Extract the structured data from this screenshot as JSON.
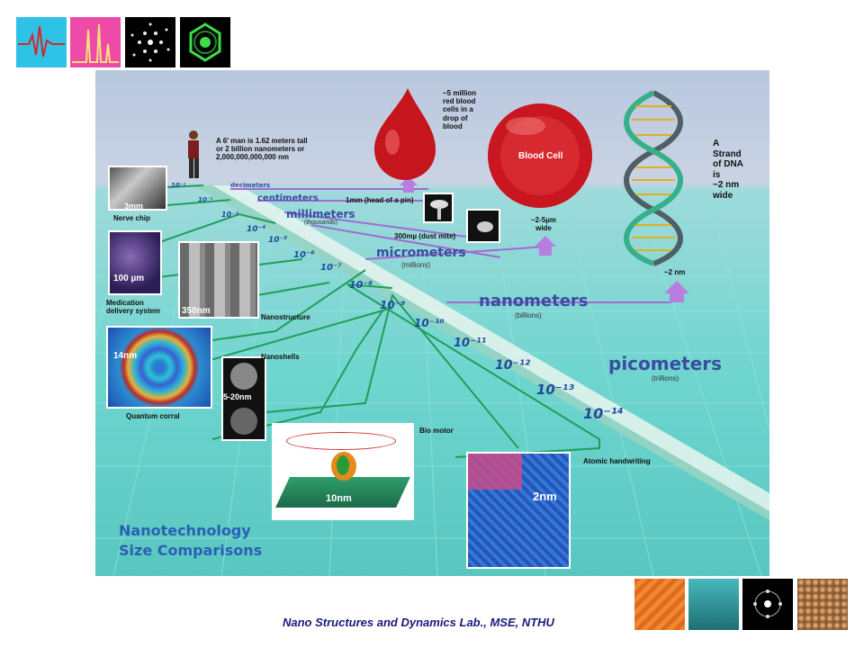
{
  "colors": {
    "accent_blue": "#1c4c9a",
    "unit_text": "#3b4da0",
    "green_line": "#1f9e5a",
    "purple_line": "#a26ad1",
    "footer_text": "#1a1a7a"
  },
  "header_thumbs": [
    "spectrum-icon-cyan",
    "spectrum-icon-pink",
    "diffraction-pattern-icon",
    "diffraction-pattern-green-icon"
  ],
  "footer_thumbs": [
    "orange-texture-icon",
    "teal-texture-icon",
    "diffraction-pattern-icon",
    "nanoparticle-texture-icon"
  ],
  "poster": {
    "title_line1": "Nanotechnology",
    "title_line2": "Size Comparisons",
    "man_caption": "A 6' man is 1.62 meters tall\nor 2 billion nanometers or\n2,000,000,000,000 nm",
    "blood_drop_caption": "~5 million\nred blood\ncells in a\ndrop of\nblood",
    "blood_cell_label": "Blood Cell",
    "blood_cell_size": "~2-5µm\nwide",
    "dna_caption": "A\nStrand\nof DNA\nis\n~2 nm\nwide",
    "dna_size": "~2 nm",
    "pin_caption": "1mm (head of a pin)",
    "mite_caption": "300mµ (dust mite)",
    "units": [
      {
        "label": "decimeters",
        "sub": ""
      },
      {
        "label": "centimeters",
        "sub": ""
      },
      {
        "label": "millimeters",
        "sub": "(thousands)"
      },
      {
        "label": "micrometers",
        "sub": "(millions)"
      },
      {
        "label": "nanometers",
        "sub": "(billions)"
      },
      {
        "label": "picometers",
        "sub": "(trillions)"
      }
    ],
    "exponents": [
      "10⁻¹",
      "10⁻²",
      "10⁻³",
      "10⁻⁴",
      "10⁻⁵",
      "10⁻⁶",
      "10⁻⁷",
      "10⁻⁸",
      "10⁻⁹",
      "10⁻¹⁰",
      "10⁻¹¹",
      "10⁻¹²",
      "10⁻¹³",
      "10⁻¹⁴"
    ],
    "items": {
      "nerve_chip": {
        "label": "Nerve chip",
        "scale": "3mm"
      },
      "medication": {
        "label": "Medication\ndelivery system",
        "scale": "100 µm"
      },
      "nanostructure": {
        "label": "Nanostructure",
        "scale": "350nm"
      },
      "quantum_corral": {
        "label": "Quantum corral",
        "scale": "14nm"
      },
      "nanoshells": {
        "label": "Nanoshells",
        "scale": "5-20nm"
      },
      "bio_motor": {
        "label": "Bio motor",
        "scale": "10nm"
      },
      "atomic_handwriting": {
        "label": "Atomic handwriting",
        "scale": "2nm"
      }
    }
  },
  "footer": {
    "text": "Nano Structures and Dynamics Lab., MSE, NTHU"
  }
}
